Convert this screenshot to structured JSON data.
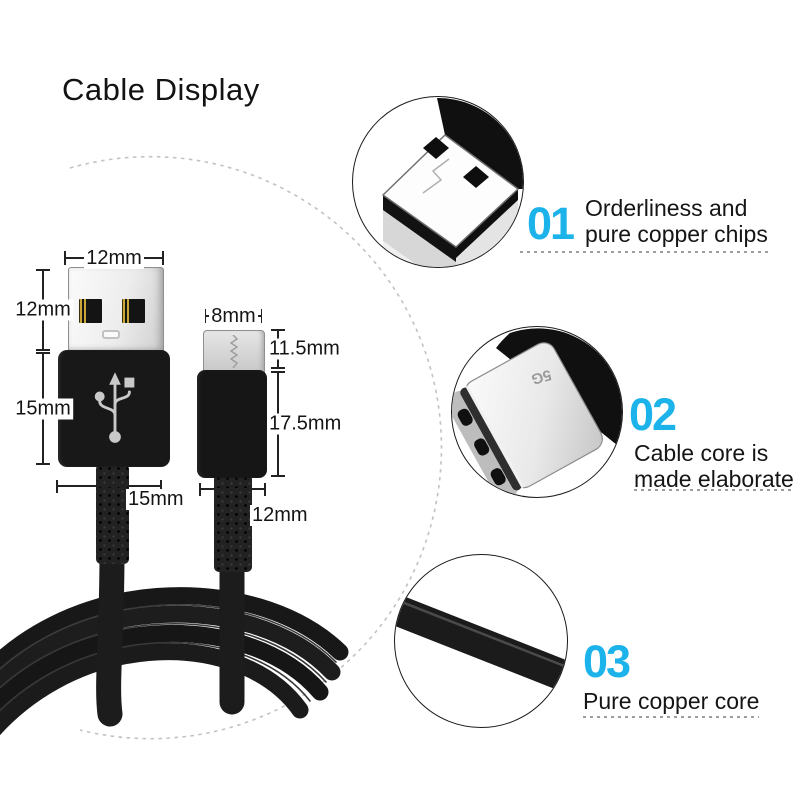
{
  "title": "Cable Display",
  "accent_color": "#1CB2EA",
  "product": {
    "usb_a": {
      "top_width": "12mm",
      "metal_height": "12mm",
      "body_height": "15mm",
      "body_width": "15mm"
    },
    "usb_micro": {
      "tip_width": "8mm",
      "tip_height": "11.5mm",
      "body_height": "17.5mm",
      "body_width": "12mm"
    },
    "usb_c_closeup_label": "5G"
  },
  "callouts": [
    {
      "number": "01",
      "lines": [
        "Orderliness and",
        "pure copper chips"
      ]
    },
    {
      "number": "02",
      "lines": [
        "Cable core is",
        "made elaborate"
      ]
    },
    {
      "number": "03",
      "lines": [
        "Pure copper core"
      ]
    }
  ]
}
